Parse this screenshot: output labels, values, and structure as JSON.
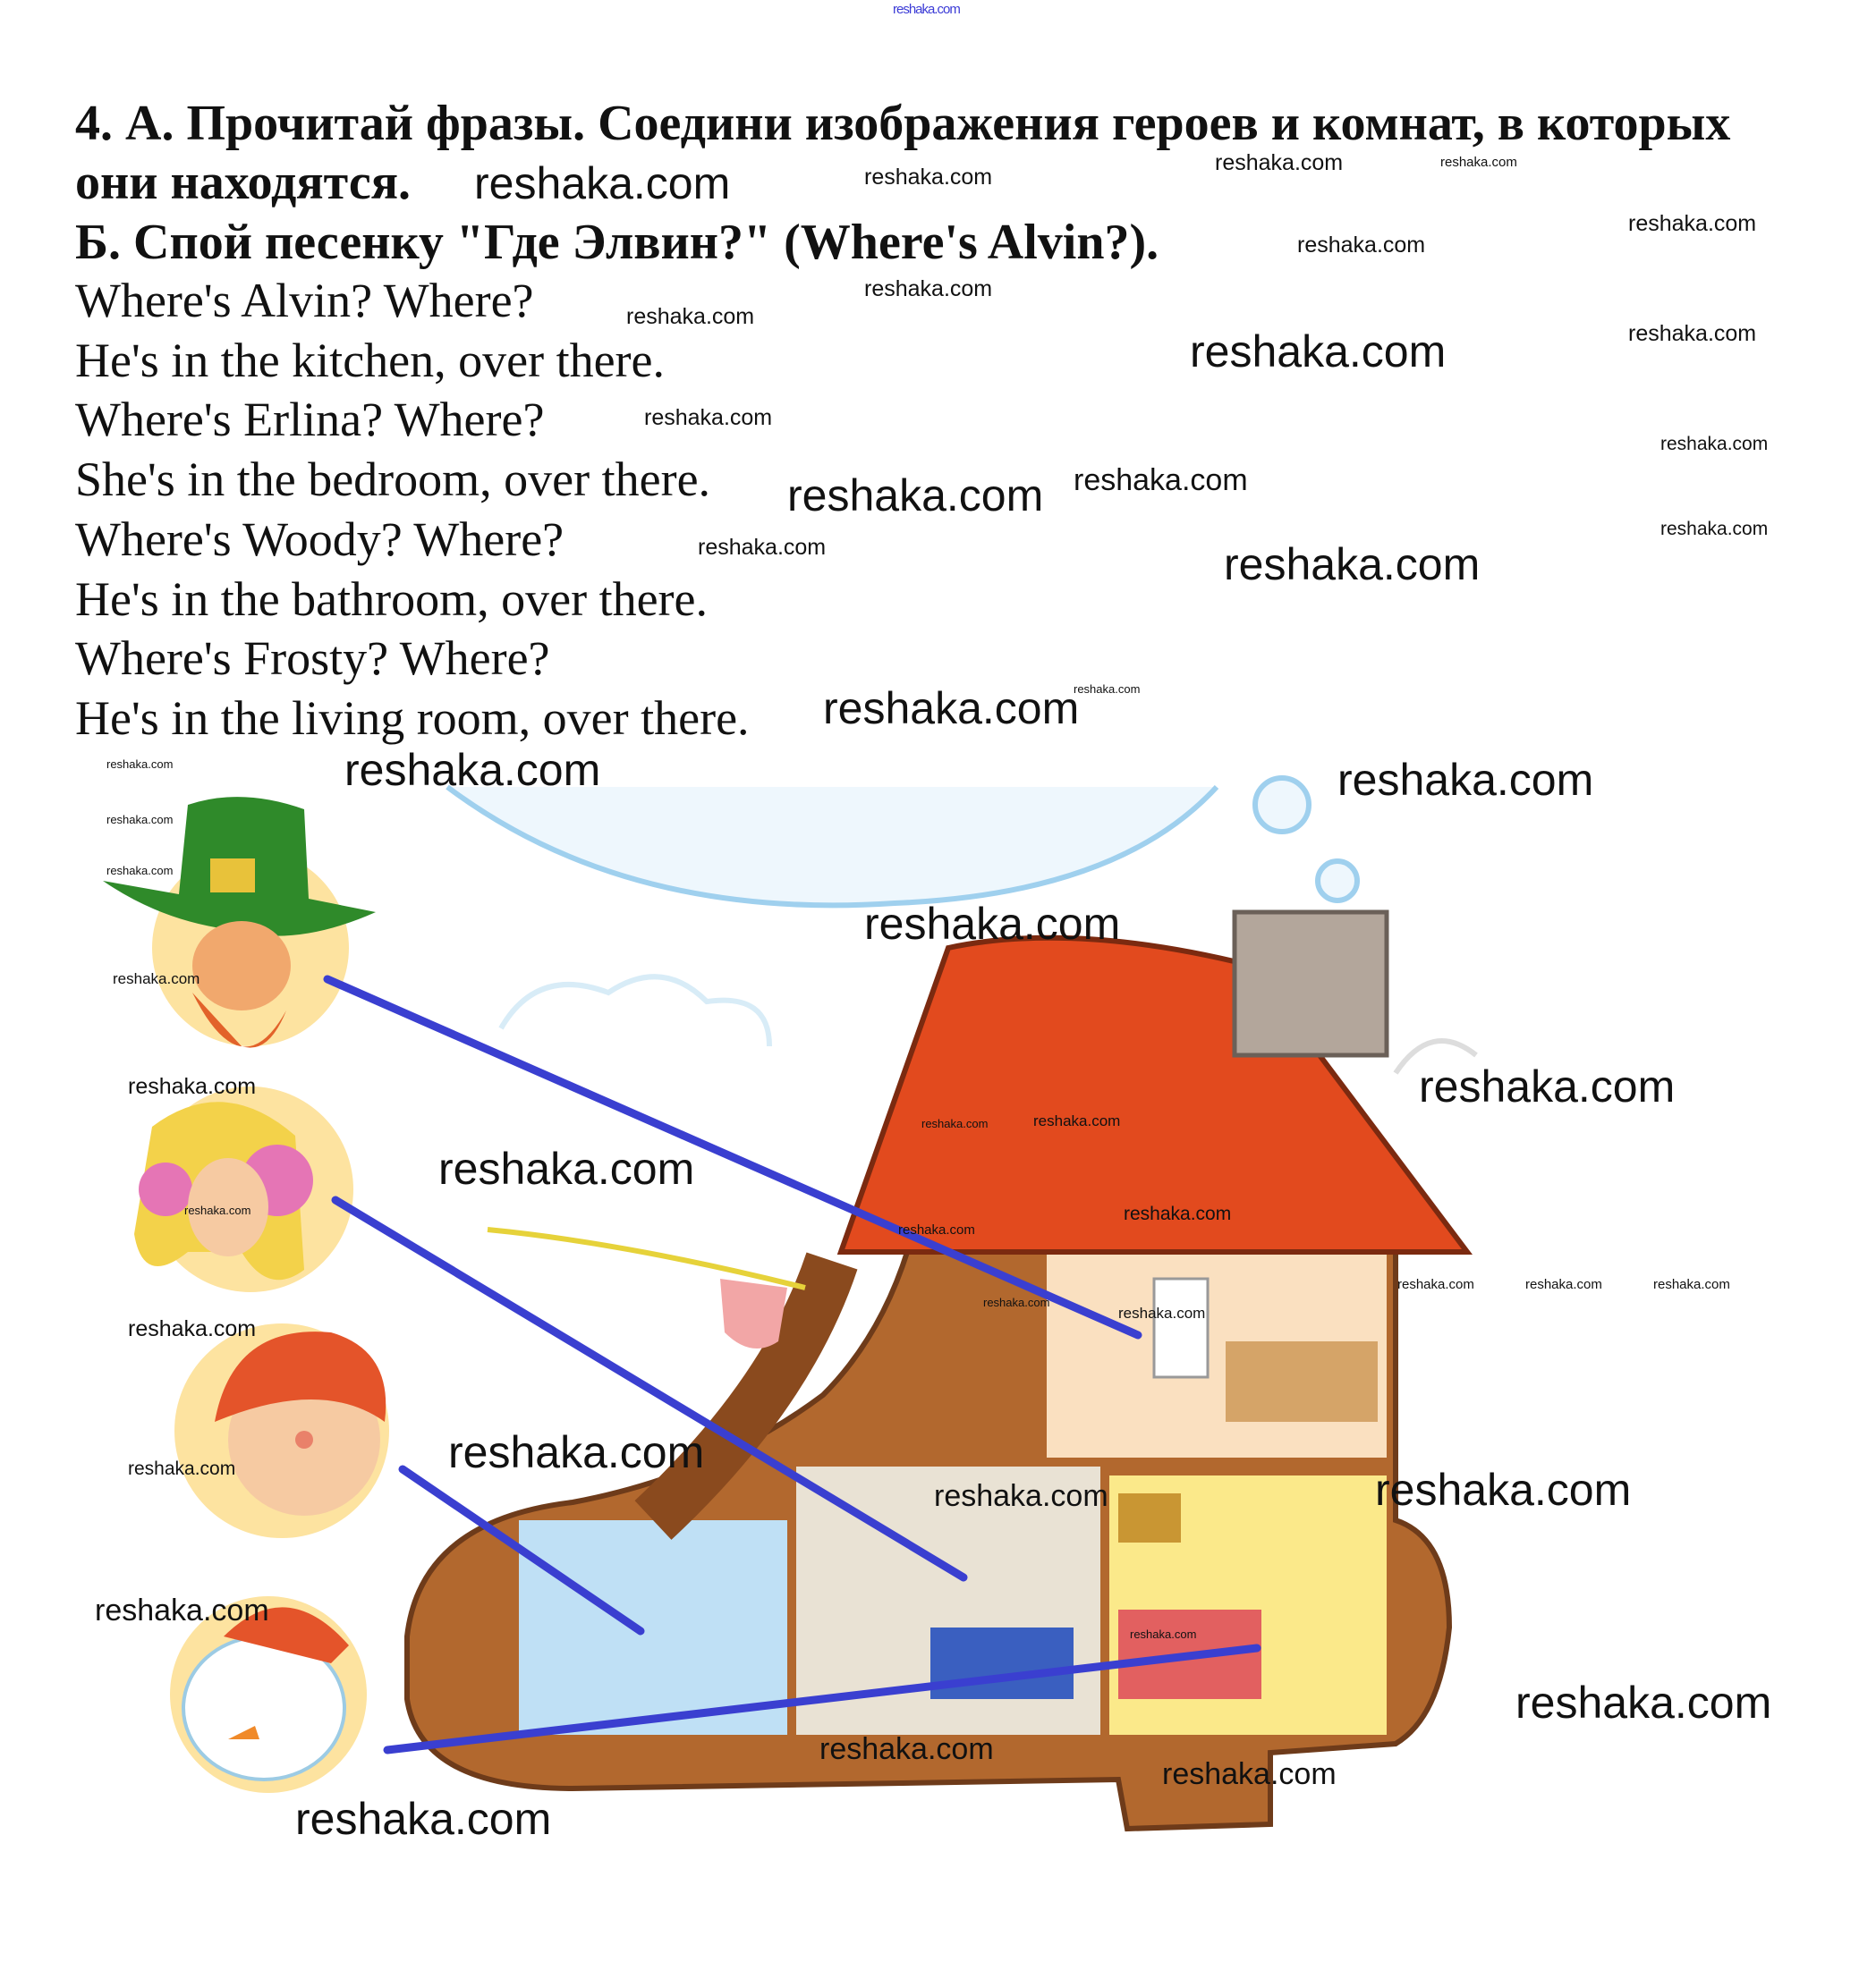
{
  "header": {
    "site_link": "reshaka.com"
  },
  "task": {
    "title_line1": "4. А. Прочитай фразы. Соедини изображения героев и комнат, в которых",
    "title_line2": "они находятся.",
    "subtitle": "Б. Спой песенку \"Где Элвин?\" (Where's Alvin?)."
  },
  "song": {
    "lines": [
      "Where's Alvin? Where?",
      "He's in the kitchen, over there.",
      "Where's Erlina? Where?",
      "She's in the bedroom, over there.",
      "Where's Woody? Where?",
      "He's in the bathroom, over there.",
      "Where's Frosty? Where?",
      "He's in the living room, over there."
    ]
  },
  "illustration": {
    "characters": [
      "Alvin",
      "Erlina",
      "Woody",
      "Frosty"
    ],
    "rooms": [
      "kitchen",
      "bedroom",
      "bathroom",
      "living room"
    ],
    "line_color": "#3a3fd0"
  },
  "watermark": {
    "text": "reshaka.com"
  }
}
